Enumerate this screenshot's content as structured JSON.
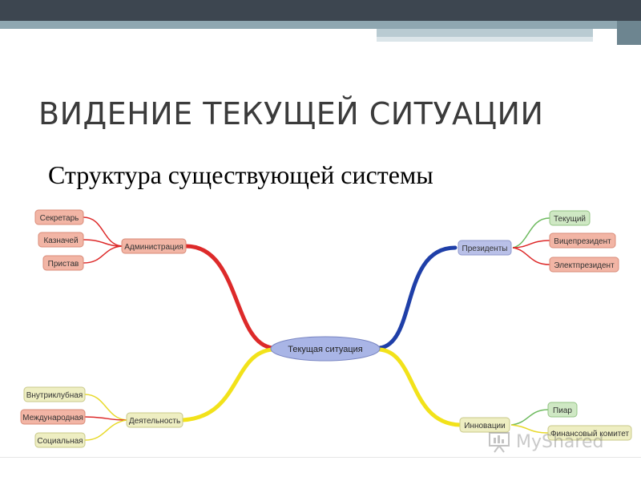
{
  "slide": {
    "title": "ВИДЕНИЕ ТЕКУЩЕЙ СИТУАЦИИ",
    "subtitle": "Структура существующей системы"
  },
  "mindmap": {
    "center": "Текущая ситуация",
    "branches": {
      "administration": {
        "label": "Администрация",
        "color": "#dd2a2a",
        "children": [
          "Секретарь",
          "Казначей",
          "Пристав"
        ]
      },
      "presidents": {
        "label": "Президенты",
        "color": "#1f3fa8",
        "children": [
          "Текущий",
          "Вицепрезидент",
          "Электпрезидент"
        ]
      },
      "activity": {
        "label": "Деятельность",
        "color": "#f2e21a",
        "children": [
          "Внутриклубная",
          "Международная",
          "Социальная"
        ]
      },
      "innovations": {
        "label": "Инновации",
        "color": "#f2e21a",
        "children": [
          "Пиар",
          "Финансовый комитет"
        ]
      }
    }
  },
  "watermark": {
    "text": "MyShared",
    "icon": "presentation-board-icon"
  }
}
